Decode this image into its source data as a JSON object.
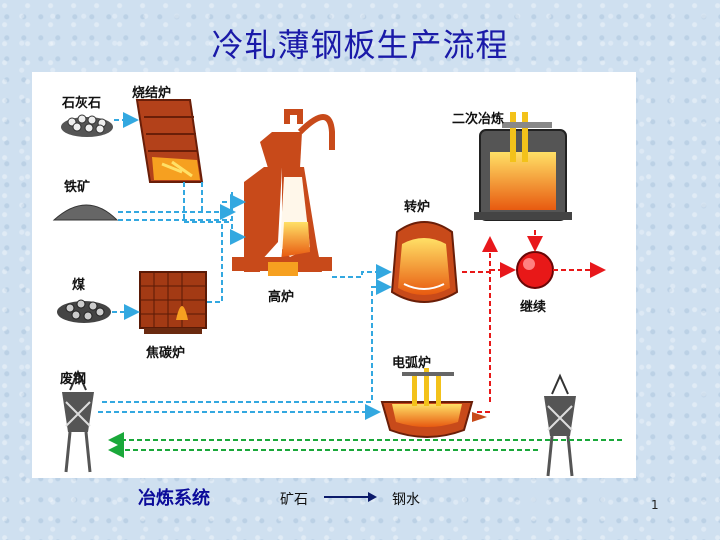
{
  "title": "冷轧薄钢板生产流程",
  "labels": {
    "limestone": "石灰石",
    "sinter_furnace": "烧结炉",
    "iron_ore": "铁矿",
    "coal": "煤",
    "coke_oven": "焦碳炉",
    "blast_furnace": "高炉",
    "converter": "转炉",
    "secondary_refining": "二次冶炼",
    "continuous_casting": "继续",
    "electric_arc_furnace": "电弧炉",
    "scrap_steel": "废钢"
  },
  "legend": {
    "title": "冶炼系统",
    "from": "矿石",
    "to": "钢水"
  },
  "page_number": "1",
  "colors": {
    "title": "#1a1aa8",
    "flow_blue": "#33a8e0",
    "flow_red": "#e8181c",
    "flow_green": "#1aa83a",
    "furnace_brick": "#c84a1a",
    "molten": "#f6a020"
  }
}
